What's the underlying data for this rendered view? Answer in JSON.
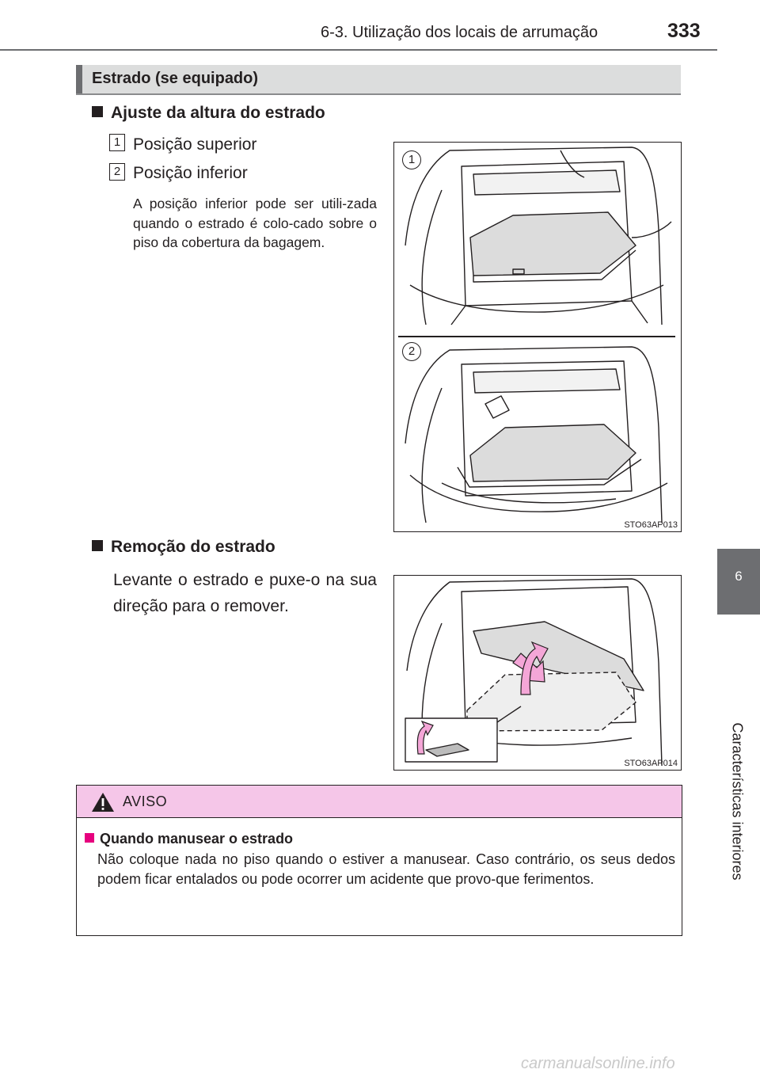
{
  "header": {
    "title": "6-3. Utilização dos locais de arrumação",
    "page_number": "333"
  },
  "side_tab": {
    "chapter": "6",
    "label": "Características interiores"
  },
  "section": {
    "title": "Estrado (se equipado)"
  },
  "adjust": {
    "heading": "Ajuste da altura do estrado",
    "items": [
      {
        "num": "1",
        "text": "Posição superior"
      },
      {
        "num": "2",
        "text": "Posição inferior"
      }
    ],
    "note": "A posição inferior pode ser utili-zada quando o estrado é colo-cado sobre o piso da cobertura da bagagem."
  },
  "figure1": {
    "code": "STO63AP013",
    "labels": [
      "1",
      "2"
    ]
  },
  "removal": {
    "heading": "Remoção do estrado",
    "text": "Levante o estrado e puxe-o na sua direção para o remover."
  },
  "figure2": {
    "code": "STO63AP014"
  },
  "warning": {
    "label": "AVISO",
    "subheading": "Quando manusear o estrado",
    "text": "Não coloque nada no piso quando o estiver a manusear. Caso contrário, os seus dedos podem ficar entalados ou pode ocorrer um acidente que provo-que ferimentos."
  },
  "watermark": "carmanualsonline.info",
  "colors": {
    "accent_gray": "#6d6e71",
    "section_bar": "#dcdddd",
    "warning_header": "#f5c6e8",
    "warning_marker": "#e6007e",
    "arrow_pink": "#f4a6d7"
  }
}
